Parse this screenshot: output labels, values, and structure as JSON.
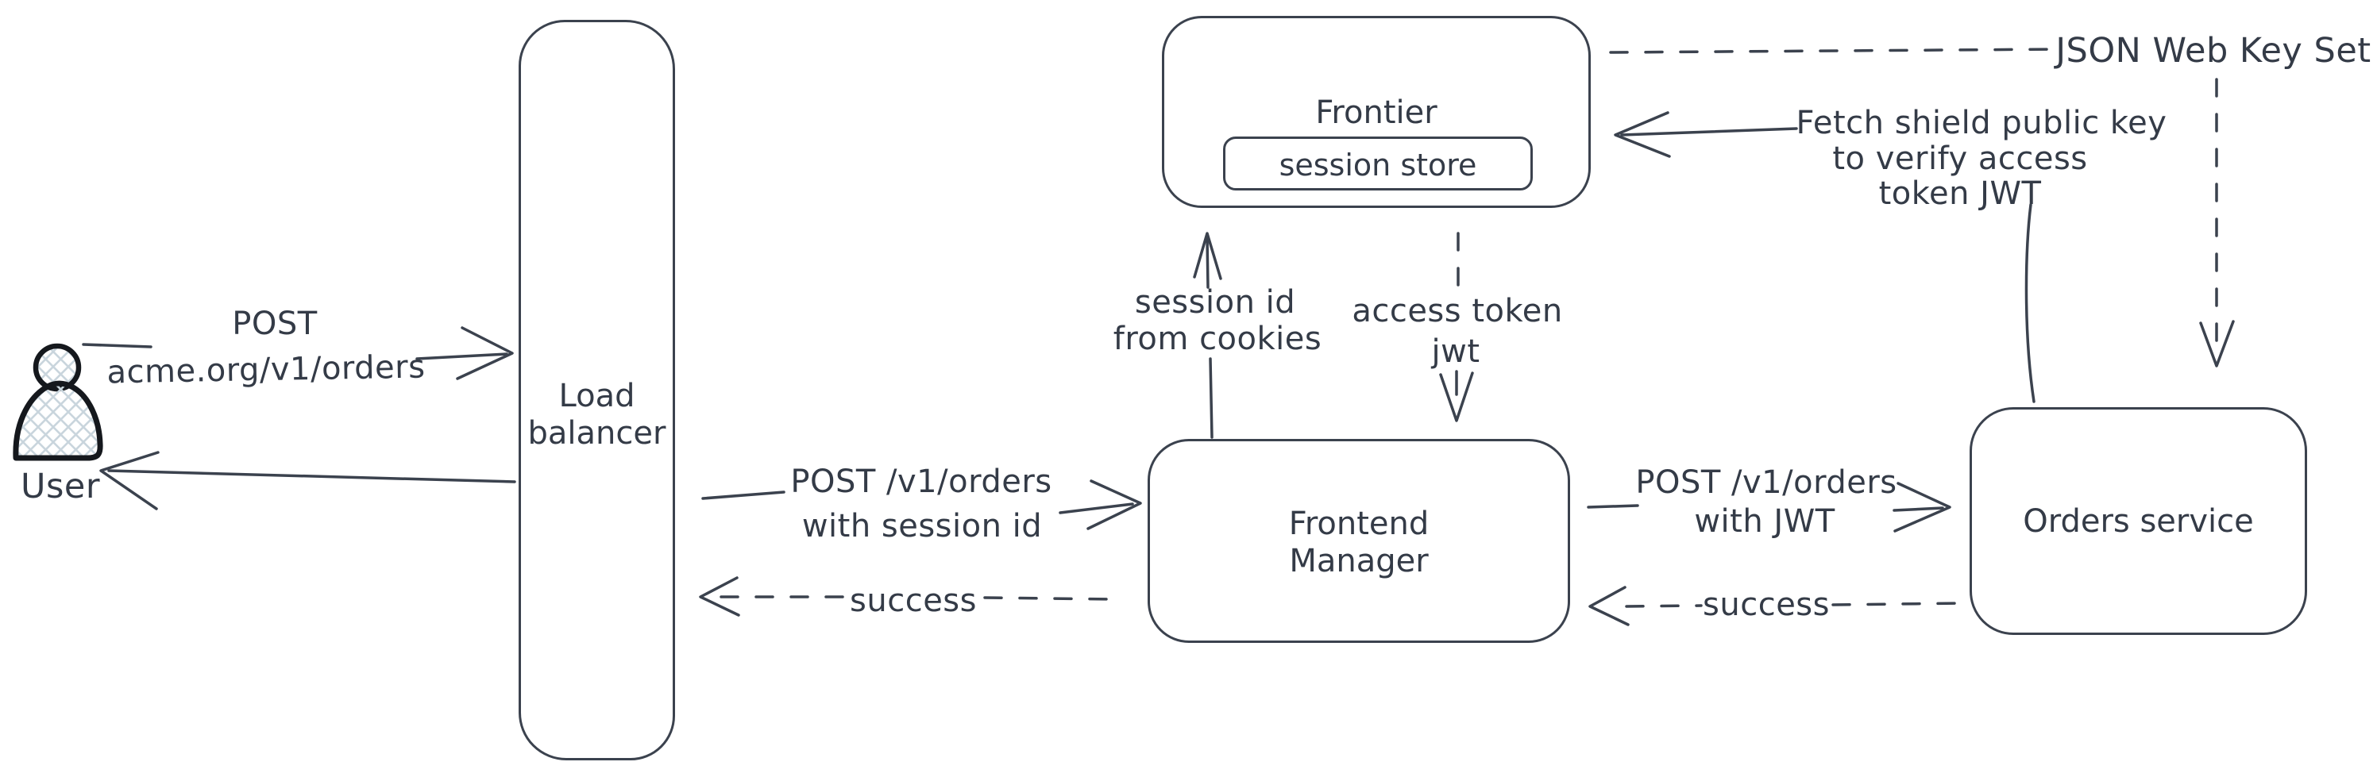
{
  "nodes": {
    "user": {
      "label": "User"
    },
    "load_balancer": {
      "line1": "Load",
      "line2": "balancer"
    },
    "frontier": {
      "label": "Frontier"
    },
    "session_store": {
      "label": "session store"
    },
    "frontend_manager": {
      "line1": "Frontend",
      "line2": "Manager"
    },
    "orders_service": {
      "label": "Orders service"
    }
  },
  "edges": {
    "user_to_lb": {
      "line1": "POST",
      "line2": "acme.org/v1/orders"
    },
    "lb_to_fm": {
      "line1": "POST /v1/orders",
      "line2": "with session id"
    },
    "fm_to_lb": {
      "label": "success"
    },
    "fm_to_frontier": {
      "line1": "session id",
      "line2": "from cookies"
    },
    "frontier_to_fm": {
      "line1": "access token",
      "line2": "jwt"
    },
    "fm_to_orders": {
      "line1": "POST /v1/orders",
      "line2": "with JWT"
    },
    "orders_to_fm": {
      "label": "success"
    },
    "orders_to_frontier": {
      "line1": "Fetch shield public key",
      "line2": "to verify access",
      "line3": "token JWT"
    },
    "frontier_to_jwks": {
      "label": "JSON Web Key Set"
    }
  },
  "colors": {
    "stroke": "#3b424e",
    "icon_stroke": "#15181d",
    "icon_hatch": "#c9d5dd",
    "background": "#ffffff"
  }
}
